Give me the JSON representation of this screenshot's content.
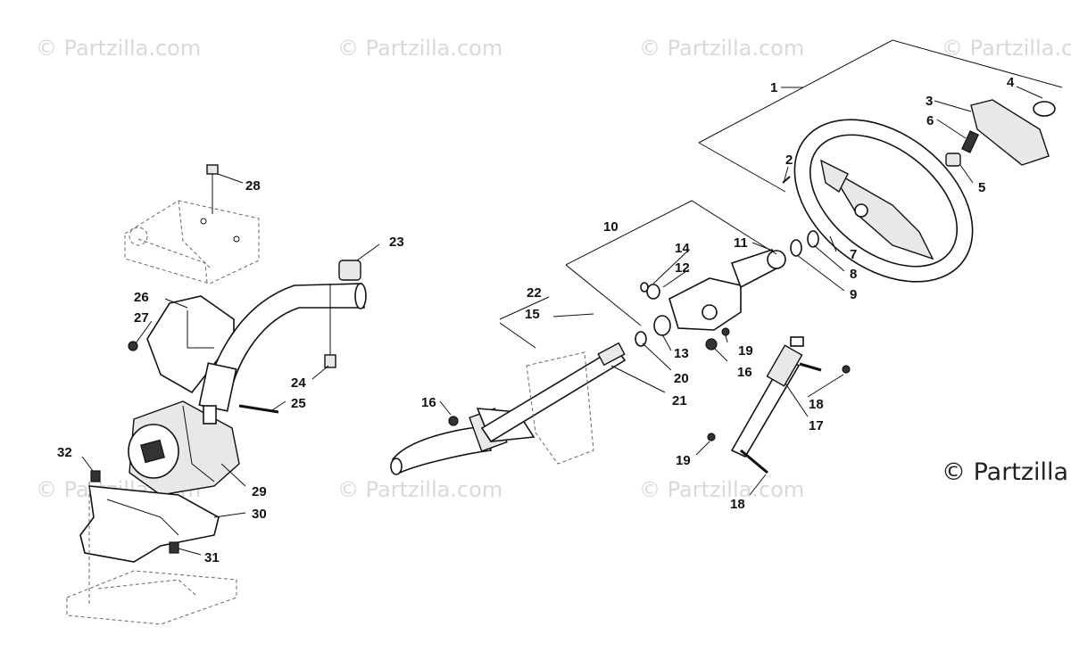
{
  "watermarks": {
    "text": "© Partzilla.com",
    "main": "© Partzilla.c"
  },
  "callouts": [
    "1",
    "2",
    "3",
    "4",
    "5",
    "6",
    "7",
    "8",
    "9",
    "10",
    "11",
    "12",
    "13",
    "14",
    "15",
    "16",
    "16",
    "17",
    "18",
    "18",
    "19",
    "19",
    "20",
    "21",
    "22",
    "23",
    "24",
    "25",
    "26",
    "27",
    "28",
    "29",
    "30",
    "31",
    "32"
  ],
  "colors": {
    "ink": "#111111",
    "watermark": "#d9d9d9"
  }
}
